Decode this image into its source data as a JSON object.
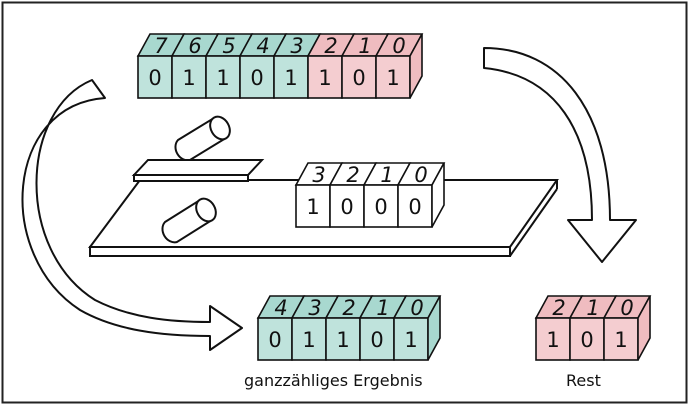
{
  "colors": {
    "teal": "#bfe3dc",
    "teal_top": "#a8d8cf",
    "pink": "#f4cdd0",
    "pink_top": "#efbcc0",
    "white": "#ffffff",
    "ink": "#111111",
    "frame": "#f4f4f2"
  },
  "register_top": {
    "cells": [
      {
        "index": "7",
        "value": "0",
        "color": "teal"
      },
      {
        "index": "6",
        "value": "1",
        "color": "teal"
      },
      {
        "index": "5",
        "value": "1",
        "color": "teal"
      },
      {
        "index": "4",
        "value": "0",
        "color": "teal"
      },
      {
        "index": "3",
        "value": "1",
        "color": "teal"
      },
      {
        "index": "2",
        "value": "1",
        "color": "pink"
      },
      {
        "index": "1",
        "value": "0",
        "color": "pink"
      },
      {
        "index": "0",
        "value": "1",
        "color": "pink"
      }
    ]
  },
  "register_cutter": {
    "cells": [
      {
        "index": "3",
        "value": "1",
        "color": "white"
      },
      {
        "index": "2",
        "value": "0",
        "color": "white"
      },
      {
        "index": "1",
        "value": "0",
        "color": "white"
      },
      {
        "index": "0",
        "value": "0",
        "color": "white"
      }
    ]
  },
  "register_result": {
    "cells": [
      {
        "index": "4",
        "value": "0",
        "color": "teal"
      },
      {
        "index": "3",
        "value": "1",
        "color": "teal"
      },
      {
        "index": "2",
        "value": "1",
        "color": "teal"
      },
      {
        "index": "1",
        "value": "0",
        "color": "teal"
      },
      {
        "index": "0",
        "value": "1",
        "color": "teal"
      }
    ],
    "label": "ganzzähliges Ergebnis"
  },
  "register_rest": {
    "cells": [
      {
        "index": "2",
        "value": "1",
        "color": "pink"
      },
      {
        "index": "1",
        "value": "0",
        "color": "pink"
      },
      {
        "index": "0",
        "value": "1",
        "color": "pink"
      }
    ],
    "label": "Rest"
  }
}
